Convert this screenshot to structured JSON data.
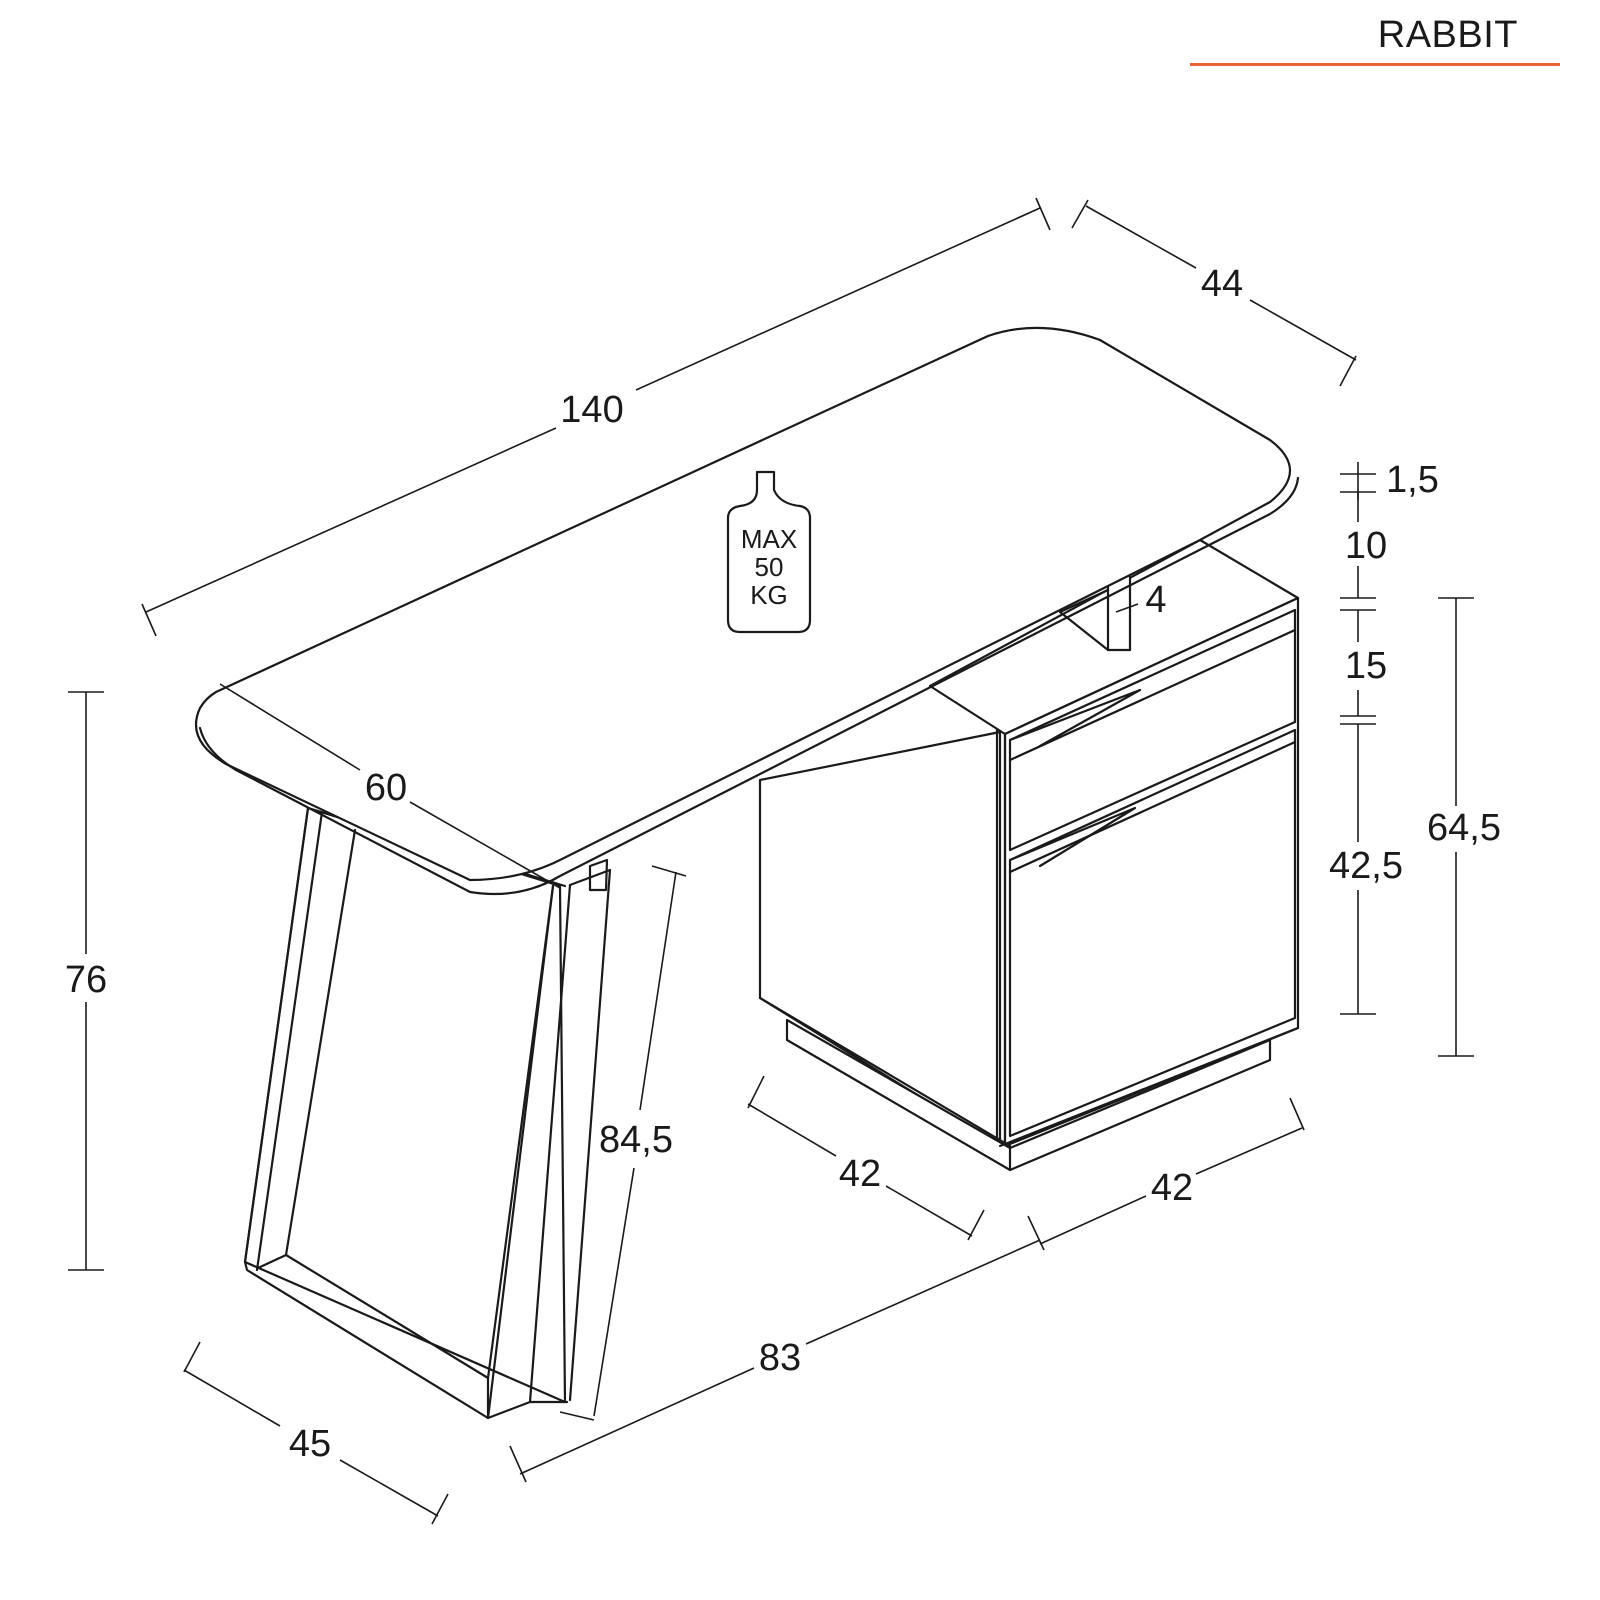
{
  "header": {
    "brand": "RABBIT",
    "accent_color": "#e8623a"
  },
  "badge": {
    "icon": "bottle-weight-icon",
    "line1": "MAX",
    "line2": "50",
    "line3": "KG"
  },
  "dimensions": {
    "top_length": "140",
    "top_depth": "44",
    "top_thickness": "1,5",
    "gap_height": "10",
    "support_width": "4",
    "drawer_height": "15",
    "door_height": "42,5",
    "cabinet_height": "64,5",
    "top_side_depth": "60",
    "total_height": "76",
    "leg_length": "84,5",
    "leg_depth": "45",
    "cabinet_depth": "42",
    "cabinet_width": "42",
    "base_span": "83"
  }
}
